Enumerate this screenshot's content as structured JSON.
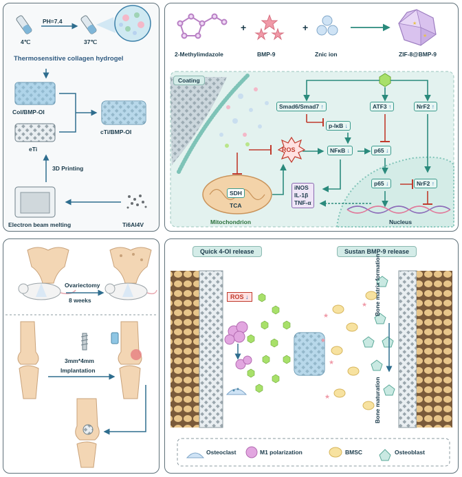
{
  "panel_tl": {
    "temp_cold": "4℃",
    "ph": "PH=7.4",
    "temp_warm": "37℃",
    "hydrogel_label": "Thermosensitive collagen hydrogel",
    "col_label": "Col/BMP-OI",
    "eti_label": "eTi",
    "cti_label": "cTi/BMP-OI",
    "printing_label": "3D Printing",
    "ebm_label": "Electron beam melting",
    "alloy_label": "Ti6Al4V"
  },
  "panel_tr": {
    "reagent_1": "2-Methylimdazole",
    "reagent_2": "BMP-9",
    "reagent_3": "Znic ion",
    "product": "ZIF-8@BMP-9",
    "plus": "+",
    "coating": "Coating",
    "nodes": {
      "smad": "Smad6/Smad7",
      "atf3": "ATF3",
      "nrf2_top": "NrF2",
      "pikb": "p-IκB",
      "ros": "ROS",
      "nfkb": "NFκB",
      "p65_top": "p65",
      "p65_bottom": "p65",
      "nrf2_bottom": "NrF2",
      "sdh": "SDH",
      "tca": "TCA",
      "cytokine_1": "iNOS",
      "cytokine_2": "IL-1β",
      "cytokine_3": "TNF-α",
      "mitochondrion": "Mitochondrion",
      "nucleus": "Nucleus"
    }
  },
  "panel_bl": {
    "ovx_label": "Ovariectomy",
    "weeks_label": "8 weeks",
    "size_label": "3mm*4mm",
    "implant_label": "Implantation"
  },
  "panel_br": {
    "quick_release": "Quick 4-OI release",
    "sustain_release": "Sustan BMP-9 release",
    "ros": "ROS",
    "bone_matrix": "Bone matrix formation",
    "bone_maturation": "Bone maturation",
    "legend": [
      "Osteoclast",
      "M1 polarization",
      "BMSC",
      "Osteoblast"
    ]
  },
  "colors": {
    "panel_border": "#5d6f78",
    "teal": "#3a9a8c",
    "ros_red": "#c0392b",
    "blue": "#2a6fb5",
    "bone": "#e8c58a"
  }
}
